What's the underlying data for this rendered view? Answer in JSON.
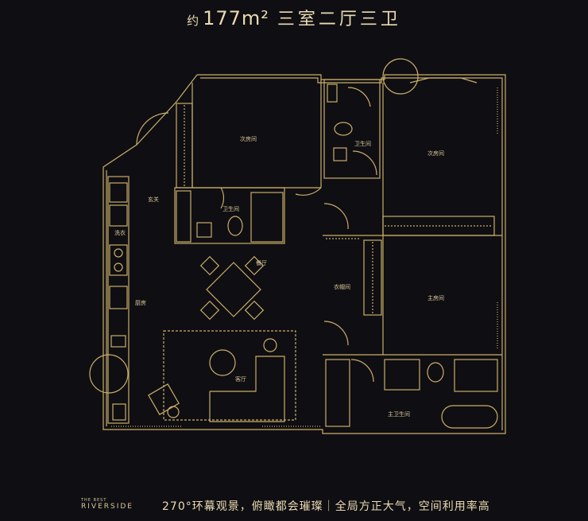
{
  "header": {
    "prefix": "约",
    "area": "177m²",
    "rooms": "三室二厅三卫"
  },
  "brand": {
    "line1": "THE BEST",
    "line2": "RIVERSIDE"
  },
  "tagline": "270°环幕观景，俯瞰都会璀璨｜全局方正大气，空间利用率高",
  "rooms": {
    "bedroom_a": "次房间",
    "bathroom_a": "卫生间",
    "foyer": "玄关",
    "laundry": "洗衣",
    "dining": "餐厅",
    "kitchen": "厨房",
    "living": "客厅",
    "bathroom_b": "卫生间",
    "bedroom_b": "次房间",
    "closet": "衣帽间",
    "master": "主房间",
    "master_bath": "主卫生间"
  },
  "colors": {
    "background": "#0f0e12",
    "line": "#c9ae6a",
    "text": "#d9c79a"
  }
}
